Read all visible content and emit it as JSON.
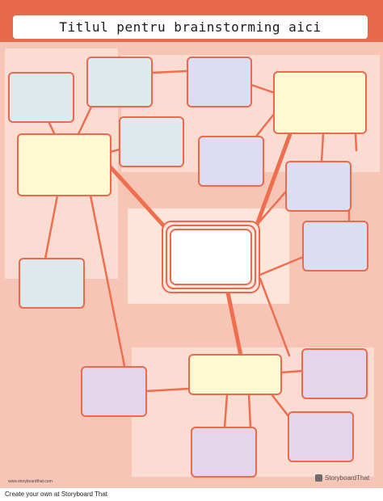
{
  "worksheet": {
    "title": "Titlul pentru brainstorming aici",
    "colors": {
      "accent": "#e7694c",
      "background": "#f7c5b6",
      "box_blue": "#dfe8ec",
      "box_lavender": "#dcdcf3",
      "box_yellow": "#fef9d2",
      "box_purple": "#e3d5ea",
      "center": "#ffffff"
    }
  },
  "watermark": {
    "url": "www.storyboardthat.com",
    "brand_icon": "storyboard-logo-icon",
    "brand": "StoryboardThat"
  },
  "footer": {
    "text": "Create your own at Storyboard That"
  }
}
